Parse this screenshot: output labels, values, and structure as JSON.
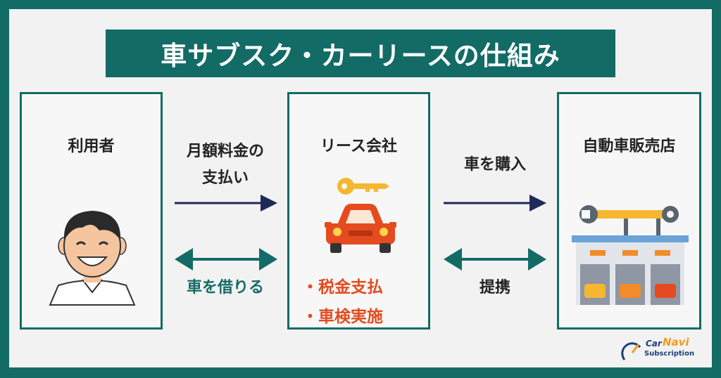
{
  "title": "車サブスク・カーリースの仕組み",
  "boxes": {
    "user": {
      "label": "利用者"
    },
    "lease": {
      "label": "リース会社",
      "items": [
        "・税金支払",
        "・車検実施"
      ]
    },
    "dealer": {
      "label": "自動車販売店"
    }
  },
  "arrows": {
    "payment": {
      "line1": "月額料金の",
      "line2": "支払い"
    },
    "rent": {
      "label": "車を借りる"
    },
    "purchase": {
      "label": "車を購入"
    },
    "partner": {
      "label": "提携"
    }
  },
  "logo": {
    "car": "Car",
    "navi": "Navi",
    "subscription": "Subscription"
  },
  "colors": {
    "teal": "#136b66",
    "navy": "#1f2a5a",
    "orange": "#e54b1f",
    "key": "#f5b730"
  }
}
